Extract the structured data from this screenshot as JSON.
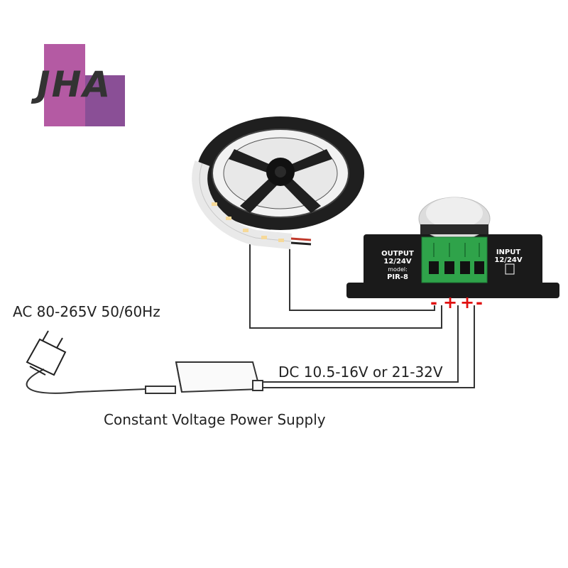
{
  "logo": {
    "text": "JHA",
    "colors": [
      "#b45aa3",
      "#8a4f96"
    ]
  },
  "labels": {
    "ac_input": "AC 80-265V 50/60Hz",
    "dc_output": "DC 10.5-16V or 21-32V",
    "psu_caption": "Constant Voltage Power Supply"
  },
  "module": {
    "output_title": "OUTPUT",
    "output_voltage": "12/24V",
    "model_label": "model:",
    "model_name": "PIR-8",
    "input_title": "INPUT",
    "input_voltage": "12/24V"
  },
  "terminals": [
    "-",
    "+",
    "+",
    "-"
  ],
  "colors": {
    "polarity": "#e01010",
    "wire": "#333333",
    "module_body": "#1a1a1a",
    "terminal_block": "#2fa34a"
  },
  "icons": [
    "led-strip-reel",
    "pir-sensor-dome",
    "ac-plug",
    "power-supply-brick",
    "recycle-bin-icon"
  ]
}
